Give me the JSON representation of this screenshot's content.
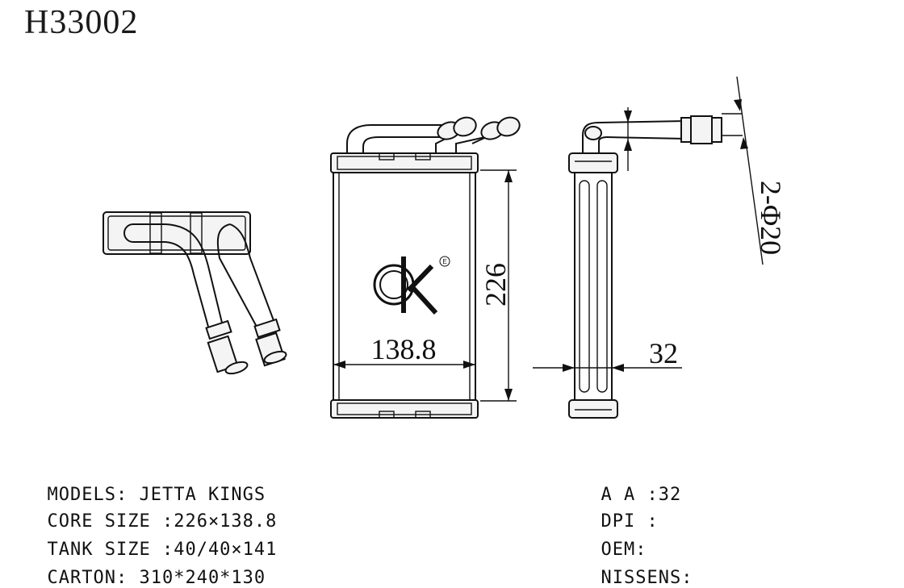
{
  "title": "H33002",
  "dimensions": {
    "width": "138.8",
    "height": "226",
    "thickness": "32",
    "pipes": "2-Φ20"
  },
  "logo": {
    "text": "ck",
    "mark": "E"
  },
  "specs_left": [
    {
      "label": "MODELS:",
      "value": "JETTA KINGS"
    },
    {
      "label": "CORE SIZE :",
      "value": "226×138.8"
    },
    {
      "label": "TANK SIZE :",
      "value": "40/40×141"
    },
    {
      "label": "CARTON:",
      "value": "310*240*130"
    }
  ],
  "specs_right": [
    {
      "label": "A A :",
      "value": "32"
    },
    {
      "label": "DPI :",
      "value": ""
    },
    {
      "label": "OEM:",
      "value": ""
    },
    {
      "label": "NISSENS:",
      "value": ""
    }
  ]
}
